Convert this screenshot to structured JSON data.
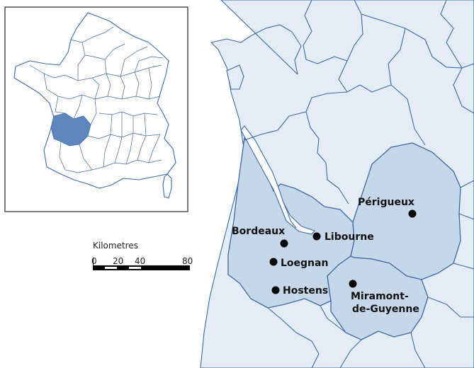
{
  "cities": [
    {
      "name": "Périgueux",
      "dot": [
        582,
        302
      ],
      "label": [
        505,
        290
      ]
    },
    {
      "name": "Bordeaux",
      "dot": [
        401,
        344
      ],
      "label": [
        327,
        331
      ]
    },
    {
      "name": "Libourne",
      "dot": [
        447,
        334
      ],
      "label": [
        458,
        339
      ]
    },
    {
      "name": "Loegnan",
      "dot": [
        386,
        370
      ],
      "label": [
        396,
        376
      ]
    },
    {
      "name": "Hostens",
      "dot": [
        389,
        410
      ],
      "label": [
        399,
        415
      ]
    },
    {
      "name": "Miramont-",
      "dot": [
        498,
        401
      ],
      "label": [
        495,
        423
      ]
    },
    {
      "name": "de-Guyenne",
      "dot": null,
      "label": [
        497,
        441
      ]
    }
  ],
  "scale_bar": {
    "title": "Kilometres",
    "ticks": [
      "0",
      "20",
      "40",
      "80"
    ]
  },
  "colors": {
    "land": "#e4ecf6",
    "highlight_region": "#c7d7ea",
    "inset_highlight": "#5f86bd",
    "border": "#3d6aa5"
  }
}
